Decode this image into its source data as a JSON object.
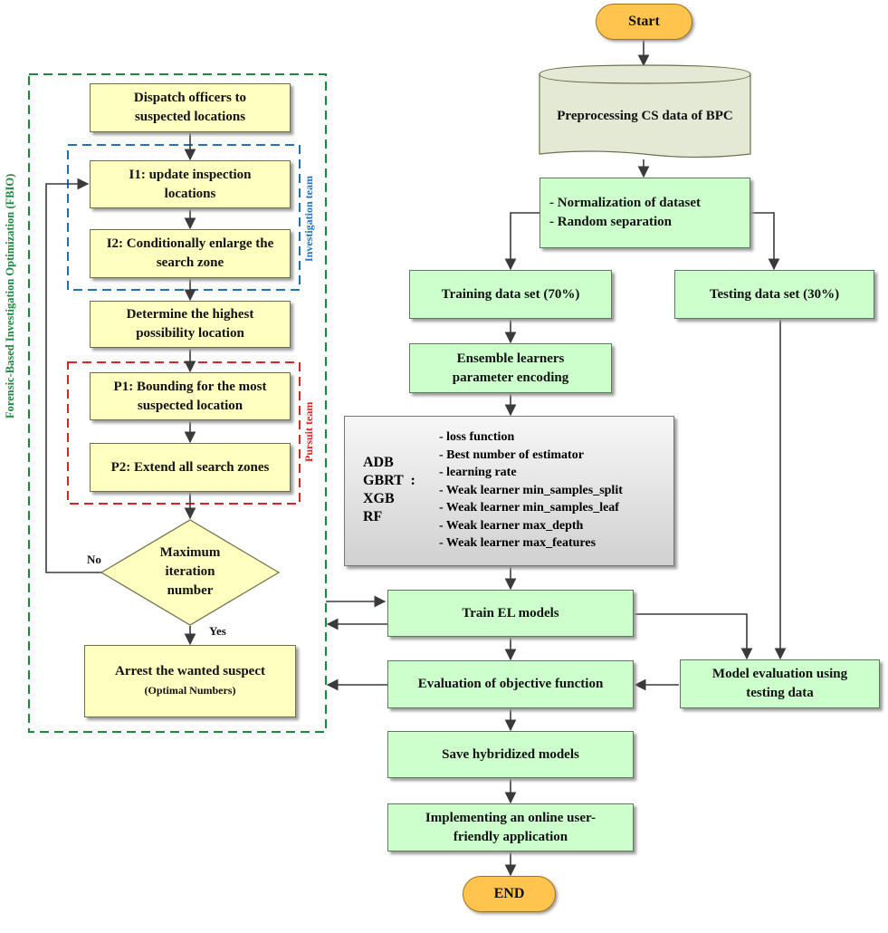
{
  "colors": {
    "fbio_frame": "#1a8a3c",
    "investigation_frame": "#1f6fbf",
    "pursuit_frame": "#e0201f",
    "yellow_box": "#ffffc0",
    "green_box": "#ccffcc",
    "terminal": "#ffc44d"
  },
  "fbio": {
    "frame_label": "Forensic-Based Investigation Optimization (FBIO)",
    "dispatch": [
      "Dispatch officers to",
      "suspected locations"
    ],
    "investigation_label": "Investigation team",
    "i1": [
      "I1: update inspection",
      "locations"
    ],
    "i2": [
      "I2: Conditionally enlarge the",
      "search zone"
    ],
    "highest": [
      "Determine the highest",
      "possibility location"
    ],
    "pursuit_label": "Pursuit team",
    "p1": [
      "P1: Bounding for the most",
      "suspected location"
    ],
    "p2": "P2: Extend all search zones",
    "decision": [
      "Maximum",
      "iteration",
      "number"
    ],
    "no_label": "No",
    "yes_label": "Yes",
    "arrest": "Arrest the wanted suspect",
    "arrest_sub": "(Optimal Numbers)"
  },
  "main": {
    "start": "Start",
    "preprocess": "Preprocessing CS data of BPC",
    "normalize": [
      "- Normalization of dataset",
      "- Random separation"
    ],
    "training": "Training data set (70%)",
    "testing": "Testing data set (30%)",
    "ensemble": [
      "Ensemble learners",
      "parameter encoding"
    ],
    "models": [
      "ADB",
      "GBRT  :",
      "XGB",
      "RF"
    ],
    "params": [
      "- loss function",
      "- Best number of estimator",
      "- learning rate",
      "- Weak learner min_samples_split",
      "- Weak learner min_samples_leaf",
      "- Weak learner max_depth",
      "- Weak learner max_features"
    ],
    "train_el": "Train EL models",
    "objective": "Evaluation of objective function",
    "model_eval": [
      "Model evaluation using",
      "testing data"
    ],
    "save": "Save hybridized models",
    "implement": [
      "Implementing an online user-",
      "friendly application"
    ],
    "end": "END"
  }
}
